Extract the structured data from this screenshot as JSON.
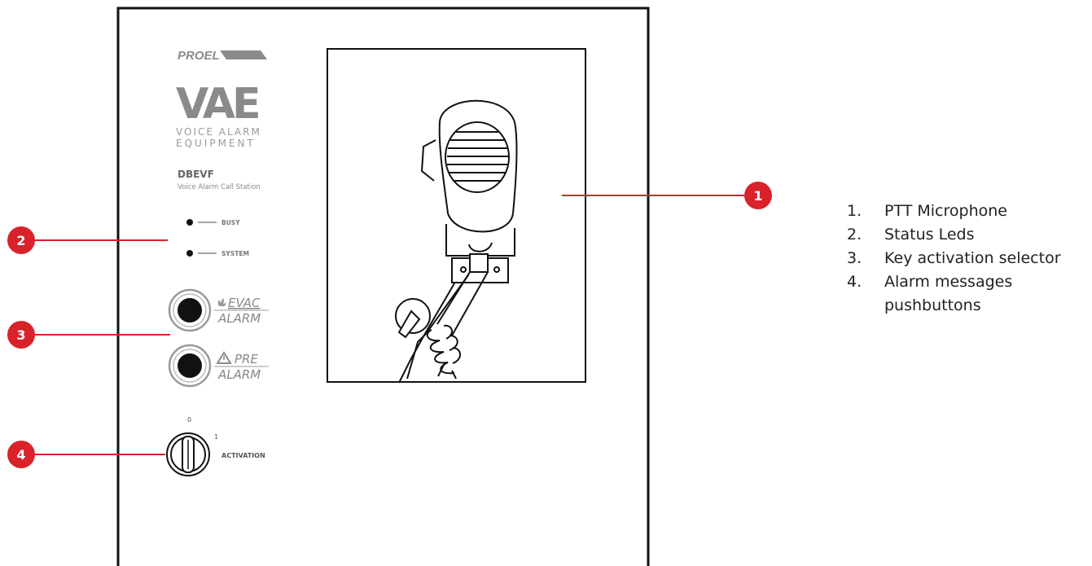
{
  "brand": {
    "logo_text": "PROEL",
    "product_logo": "VAE",
    "product_subtitle_line1": "VOICE ALARM",
    "product_subtitle_line2": "EQUIPMENT"
  },
  "device": {
    "model": "DBEVF",
    "description": "Voice Alarm Call Station"
  },
  "leds": [
    {
      "label": "BUSY"
    },
    {
      "label": "SYSTEM"
    }
  ],
  "buttons": [
    {
      "line1": "EVAC",
      "line2": "ALARM"
    },
    {
      "line1": "PRE",
      "line2": "ALARM"
    }
  ],
  "key_selector": {
    "pos0": "0",
    "pos1": "1",
    "label": "ACTIVATION"
  },
  "callouts": [
    "1",
    "2",
    "3",
    "4"
  ],
  "colors": {
    "callout": "#d9222a",
    "outline": "#111111",
    "panel_text": "#8a8a8a"
  },
  "legend": [
    {
      "num": "1.",
      "text": "PTT Microphone"
    },
    {
      "num": "2.",
      "text": "Status Leds"
    },
    {
      "num": "3.",
      "text": "Key activation selector"
    },
    {
      "num": "4.",
      "text": "Alarm messages pushbuttons"
    }
  ]
}
